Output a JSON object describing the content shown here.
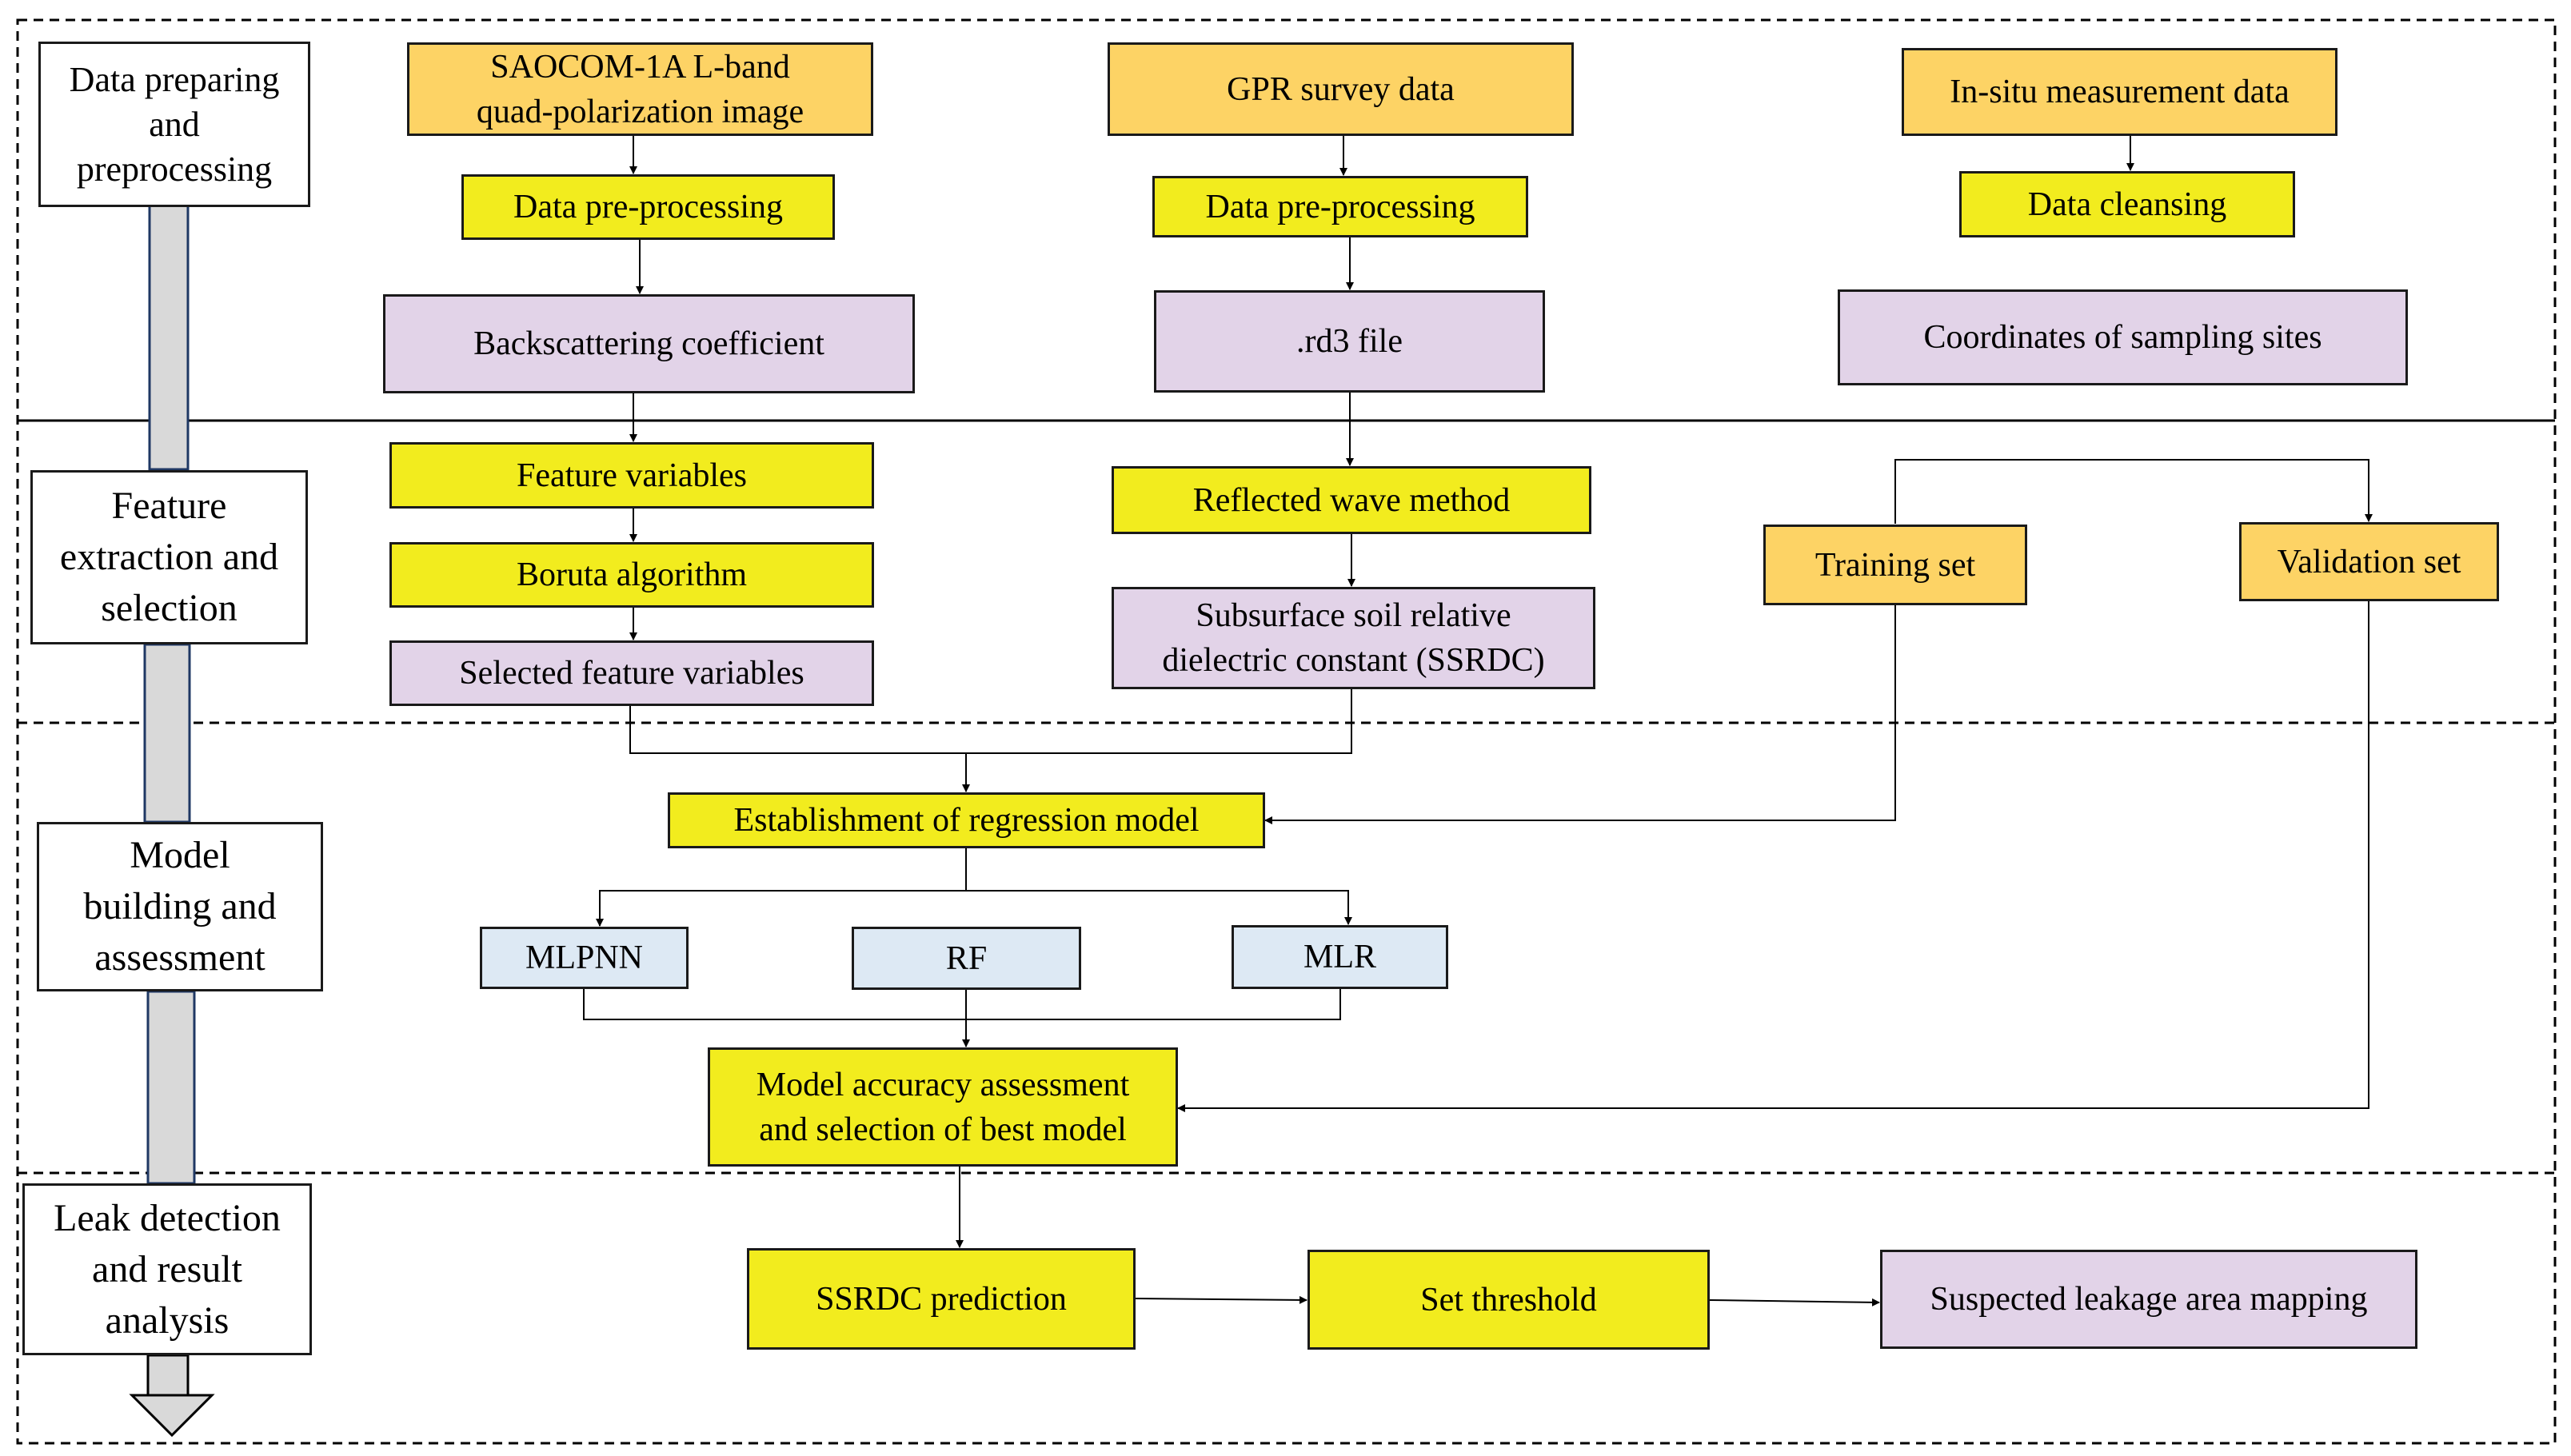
{
  "colors": {
    "orange": "#fdd365",
    "yellow": "#f2ec1e",
    "purple": "#e2d3e8",
    "blue": "#dde9f4",
    "flow_arrow": "#d9d9d9",
    "flow_arrow_border": "#1f3864"
  },
  "stages": {
    "s1": "Data preparing\nand\npreprocessing",
    "s2": "Feature\nextraction and\nselection",
    "s3": "Model\nbuilding and\nassessment",
    "s4": "Leak detection\nand result\nanalysis"
  },
  "nodes": {
    "saocom": "SAOCOM-1A L-band\nquad-polarization image",
    "gpr": "GPR survey data",
    "insitu": "In-situ measurement data",
    "prep1": "Data pre-processing",
    "prep2": "Data pre-processing",
    "cleansing": "Data cleansing",
    "backscatter": "Backscattering coefficient",
    "rd3": ".rd3  file",
    "coords": "Coordinates of sampling sites",
    "feature_vars": "Feature variables",
    "boruta": "Boruta algorithm",
    "selected_vars": "Selected feature variables",
    "reflected": "Reflected wave method",
    "ssrdc": "Subsurface soil relative\ndielectric constant (SSRDC)",
    "training": "Training  set",
    "validation": "Validation set",
    "regression": "Establishment of regression model",
    "mlpnn": "MLPNN",
    "rf": "RF",
    "mlr": "MLR",
    "accuracy": "Model accuracy assessment\nand selection of best model",
    "prediction": "SSRDC prediction",
    "threshold": "Set threshold",
    "mapping": "Suspected leakage area mapping"
  }
}
